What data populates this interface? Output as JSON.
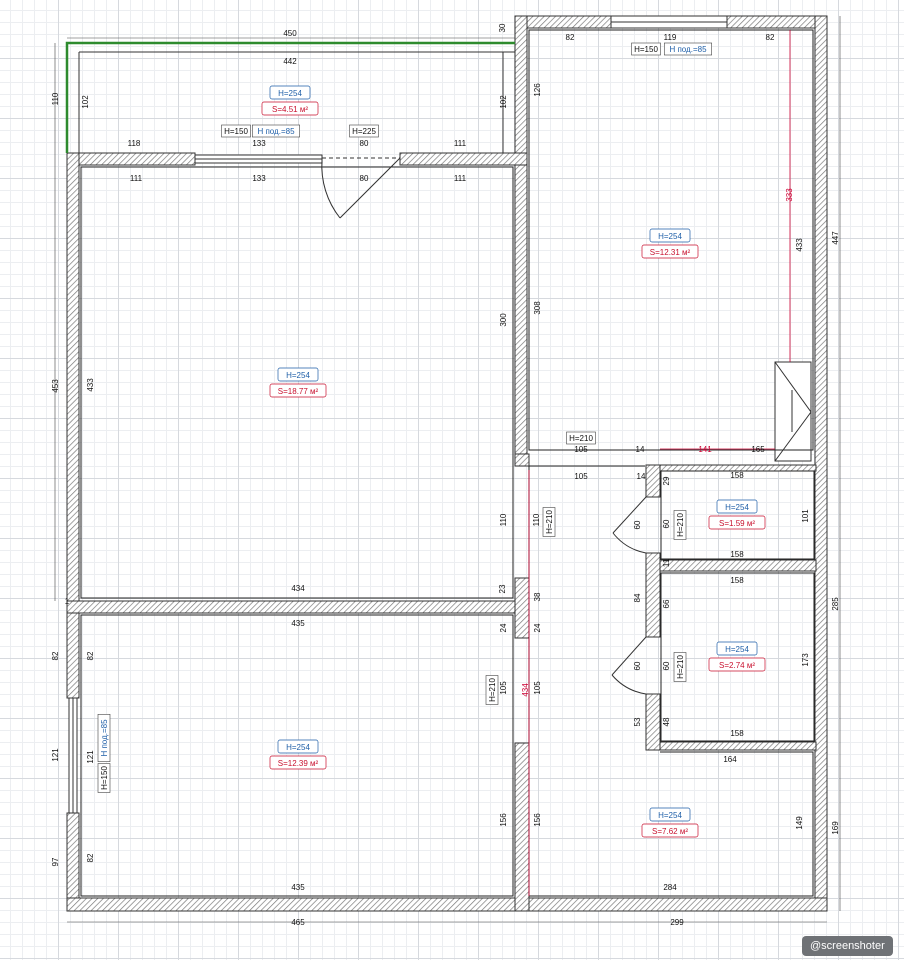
{
  "rooms": [
    {
      "id": "balcony",
      "height": "H=254",
      "area": "S=4.51 м²"
    },
    {
      "id": "living",
      "height": "H=254",
      "area": "S=18.77 м²"
    },
    {
      "id": "bedroom-right",
      "height": "H=254",
      "area": "S=12.31 м²"
    },
    {
      "id": "bath",
      "height": "H=254",
      "area": "S=1.59 м²"
    },
    {
      "id": "toilet",
      "height": "H=254",
      "area": "S=2.74 м²"
    },
    {
      "id": "bedroom-bottom",
      "height": "H=254",
      "area": "S=12.39 м²"
    },
    {
      "id": "hall",
      "height": "H=254",
      "area": "S=7.62 м²"
    }
  ],
  "labels": [
    {
      "id": "w-top-h",
      "text": "H=150"
    },
    {
      "id": "w-top-sill",
      "text": "Н под.=85"
    },
    {
      "id": "balc-win-h",
      "text": "H=150"
    },
    {
      "id": "balc-win-sill",
      "text": "Н под.=85"
    },
    {
      "id": "balc-door-h",
      "text": "H=225"
    },
    {
      "id": "hall-door-h",
      "text": "H=210"
    },
    {
      "id": "corr-door-h",
      "text": "H=210"
    },
    {
      "id": "bath-door-h",
      "text": "H=210"
    },
    {
      "id": "toilet-door-h",
      "text": "H=210"
    },
    {
      "id": "bed-door-h",
      "text": "H=210"
    },
    {
      "id": "left-win-h",
      "text": "H=150"
    },
    {
      "id": "left-win-sill",
      "text": "Н под.=85"
    }
  ],
  "dimensions": [
    {
      "id": "d450",
      "text": "450"
    },
    {
      "id": "d30",
      "text": "30"
    },
    {
      "id": "d442",
      "text": "442"
    },
    {
      "id": "d110",
      "text": "110"
    },
    {
      "id": "d102a",
      "text": "102"
    },
    {
      "id": "d102b",
      "text": "102"
    },
    {
      "id": "d118",
      "text": "118"
    },
    {
      "id": "d133a",
      "text": "133"
    },
    {
      "id": "d80a",
      "text": "80"
    },
    {
      "id": "d111a",
      "text": "111"
    },
    {
      "id": "d111b",
      "text": "111"
    },
    {
      "id": "d133b",
      "text": "133"
    },
    {
      "id": "d80b",
      "text": "80"
    },
    {
      "id": "d111c",
      "text": "111"
    },
    {
      "id": "d82a",
      "text": "82"
    },
    {
      "id": "d119",
      "text": "119"
    },
    {
      "id": "d82b",
      "text": "82"
    },
    {
      "id": "d126",
      "text": "126"
    },
    {
      "id": "d333",
      "text": "333"
    },
    {
      "id": "d433a",
      "text": "433"
    },
    {
      "id": "d447",
      "text": "447"
    },
    {
      "id": "d300",
      "text": "300"
    },
    {
      "id": "d308",
      "text": "308"
    },
    {
      "id": "d453",
      "text": "453"
    },
    {
      "id": "d433b",
      "text": "433"
    },
    {
      "id": "d105a",
      "text": "105"
    },
    {
      "id": "d14a",
      "text": "14"
    },
    {
      "id": "d141",
      "text": "141"
    },
    {
      "id": "d165",
      "text": "165"
    },
    {
      "id": "d105b",
      "text": "105"
    },
    {
      "id": "d14b",
      "text": "14"
    },
    {
      "id": "d158a",
      "text": "158"
    },
    {
      "id": "d29",
      "text": "29"
    },
    {
      "id": "d110b",
      "text": "110"
    },
    {
      "id": "d110c",
      "text": "110"
    },
    {
      "id": "d60a",
      "text": "60"
    },
    {
      "id": "d60b",
      "text": "60"
    },
    {
      "id": "d101",
      "text": "101"
    },
    {
      "id": "d158b",
      "text": "158"
    },
    {
      "id": "d11",
      "text": "11"
    },
    {
      "id": "d158c",
      "text": "158"
    },
    {
      "id": "d434a",
      "text": "434"
    },
    {
      "id": "d23",
      "text": "23"
    },
    {
      "id": "d38",
      "text": "38"
    },
    {
      "id": "d1",
      "text": "1"
    },
    {
      "id": "d285",
      "text": "285"
    },
    {
      "id": "d84",
      "text": "84"
    },
    {
      "id": "d66",
      "text": "66"
    },
    {
      "id": "d435a",
      "text": "435"
    },
    {
      "id": "d24a",
      "text": "24"
    },
    {
      "id": "d24b",
      "text": "24"
    },
    {
      "id": "d82c",
      "text": "82"
    },
    {
      "id": "d82d",
      "text": "82"
    },
    {
      "id": "d173",
      "text": "173"
    },
    {
      "id": "d60c",
      "text": "60"
    },
    {
      "id": "d60d",
      "text": "60"
    },
    {
      "id": "d105c",
      "text": "105"
    },
    {
      "id": "d105d",
      "text": "105"
    },
    {
      "id": "d434b",
      "text": "434"
    },
    {
      "id": "d53",
      "text": "53"
    },
    {
      "id": "d48",
      "text": "48"
    },
    {
      "id": "d158d",
      "text": "158"
    },
    {
      "id": "d121a",
      "text": "121"
    },
    {
      "id": "d121b",
      "text": "121"
    },
    {
      "id": "d164",
      "text": "164"
    },
    {
      "id": "d156a",
      "text": "156"
    },
    {
      "id": "d156b",
      "text": "156"
    },
    {
      "id": "d149",
      "text": "149"
    },
    {
      "id": "d169",
      "text": "169"
    },
    {
      "id": "d97",
      "text": "97"
    },
    {
      "id": "d82e",
      "text": "82"
    },
    {
      "id": "d435b",
      "text": "435"
    },
    {
      "id": "d284",
      "text": "284"
    },
    {
      "id": "d465",
      "text": "465"
    },
    {
      "id": "d299",
      "text": "299"
    }
  ],
  "watermark": "@screenshoter",
  "colors": {
    "wall": "#6e6e6e",
    "height_label": "#1f5fa8",
    "area_label": "#c8102e",
    "highlight": "#2e8b2e",
    "dim_red": "#cc0033"
  }
}
